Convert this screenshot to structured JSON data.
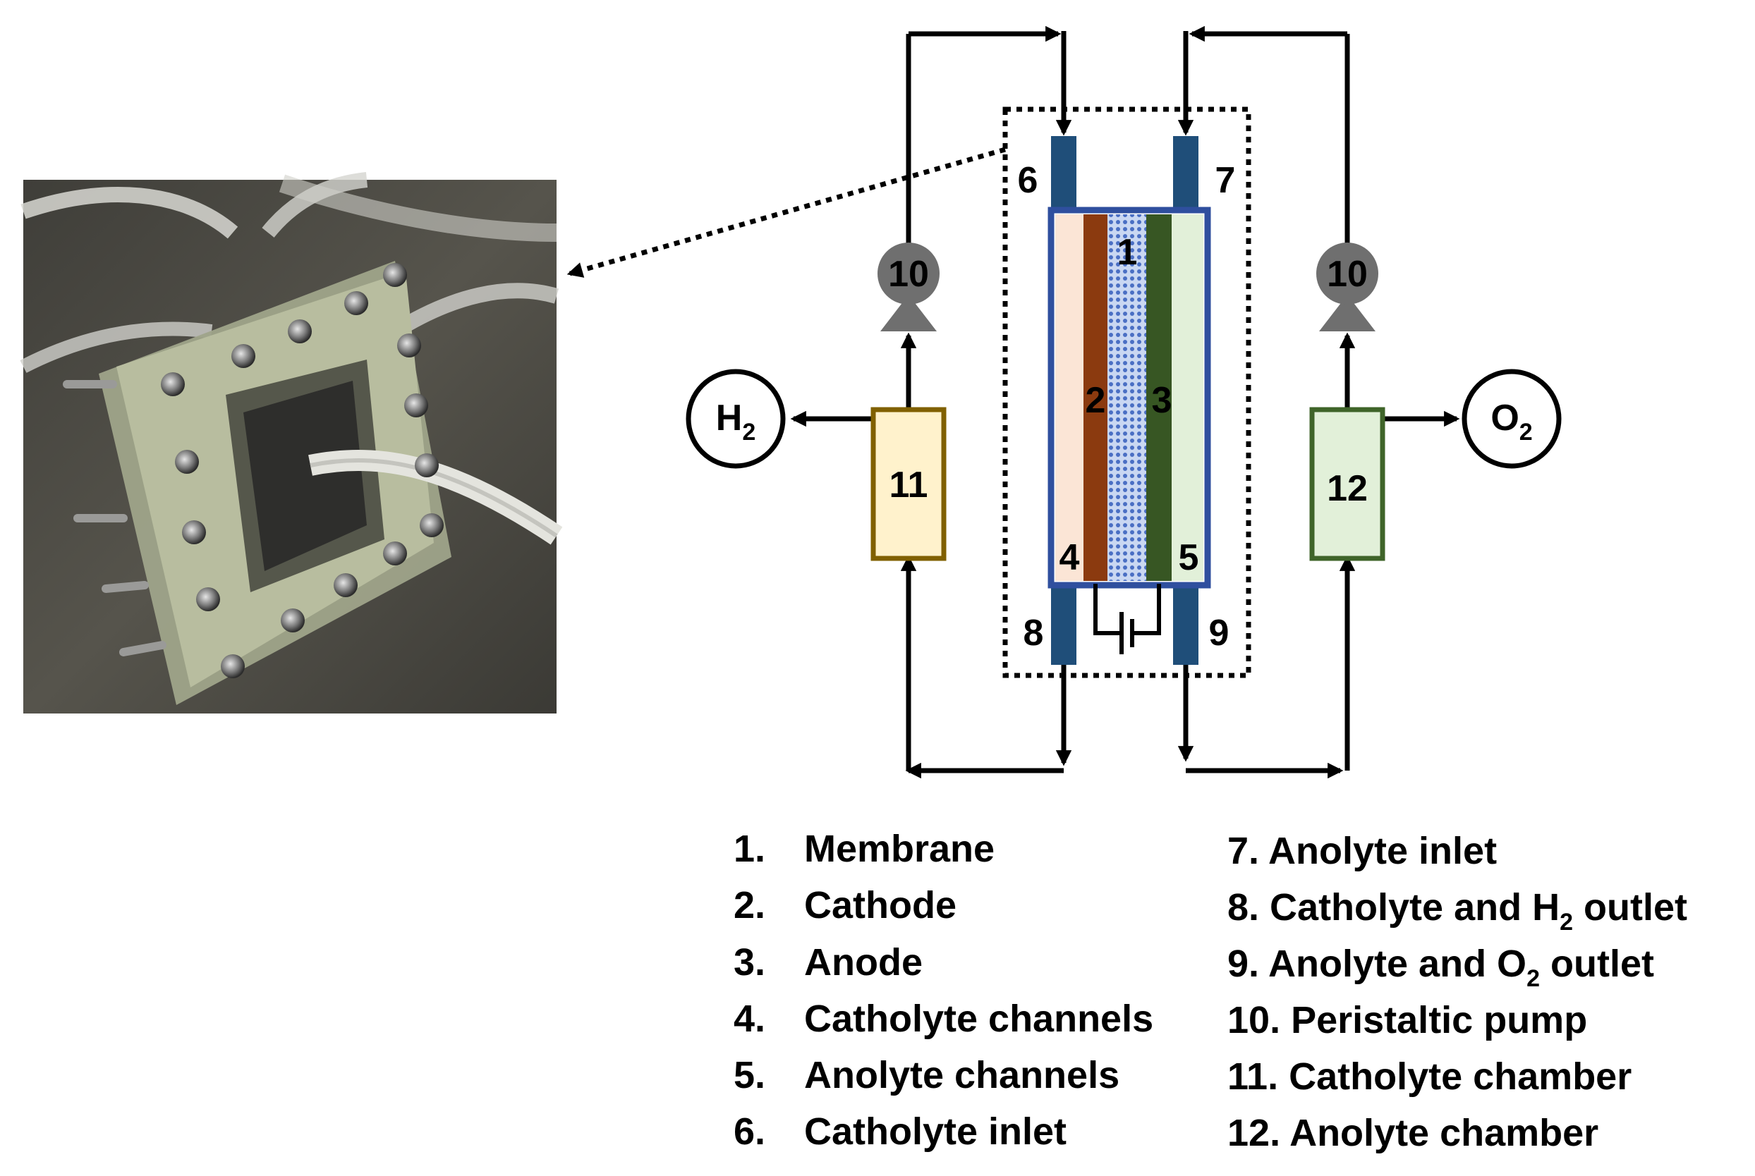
{
  "colors": {
    "frame_blue": "#2f4f9e",
    "port_blue": "#1f4e79",
    "cathode_brown": "#8b3a0f",
    "anode_green": "#375623",
    "catholyte_channel_fill": "#fbe5d6",
    "anolyte_channel_fill": "#e2f0d9",
    "membrane_blue": "#4a6fc4",
    "pump_gray": "#6f6f6f",
    "catholyte_chamber_fill": "#fff2cc",
    "catholyte_chamber_border": "#806000",
    "anolyte_chamber_fill": "#e2f0d9",
    "anolyte_chamber_border": "#3f6429",
    "photo_background": "#4d4b44"
  },
  "photo": {
    "subject": "assembled flow electrolyzer cell with tubing"
  },
  "diagram": {
    "labels": {
      "membrane": "1",
      "cathode": "2",
      "anode": "3",
      "catholyte_channels": "4",
      "anolyte_channels": "5",
      "catholyte_inlet": "6",
      "anolyte_inlet": "7",
      "catholyte_outlet": "8",
      "anolyte_outlet": "9",
      "pump_left": "10",
      "pump_right": "10",
      "catholyte_chamber": "11",
      "anolyte_chamber": "12"
    },
    "gases": {
      "h2": {
        "symbol": "H",
        "sub": "2"
      },
      "o2": {
        "symbol": "O",
        "sub": "2"
      }
    }
  },
  "legend": {
    "left": [
      {
        "num": "1.",
        "text": "Membrane"
      },
      {
        "num": "2.",
        "text": "Cathode"
      },
      {
        "num": "3.",
        "text": "Anode"
      },
      {
        "num": "4.",
        "text": "Catholyte channels"
      },
      {
        "num": "5.",
        "text": "Anolyte channels"
      },
      {
        "num": "6.",
        "text": "Catholyte inlet"
      }
    ],
    "right": {
      "item7": "7. Anolyte inlet",
      "item8_pre": "8. Catholyte and H",
      "item8_sub": "2",
      "item8_post": " outlet",
      "item9_pre": "9. Anolyte and O",
      "item9_sub": "2",
      "item9_post": " outlet",
      "item10": "10. Peristaltic pump",
      "item11": "11. Catholyte chamber",
      "item12": "12. Anolyte chamber"
    }
  }
}
